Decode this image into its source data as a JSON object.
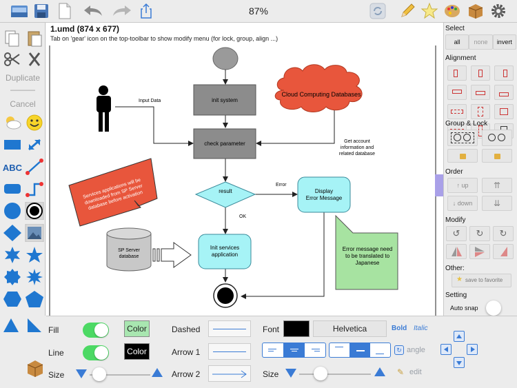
{
  "toolbar": {
    "zoom": "87%",
    "icons": [
      "open-folder-icon",
      "save-icon",
      "new-document-icon",
      "undo-icon",
      "redo-icon",
      "share-icon",
      "sync-icon",
      "pencil-icon",
      "favorite-star-icon",
      "palette-icon",
      "package-icon",
      "gear-icon"
    ]
  },
  "left_toolbar": {
    "duplicate": "Duplicate",
    "divider": "———",
    "cancel": "Cancel",
    "abc": "ABC"
  },
  "document": {
    "title": "1.umd (874 x 677)",
    "hint": "Tab on 'gear' icon on the top-toolbar to show modify menu (for lock, group, align ...)"
  },
  "diagram": {
    "nodes": {
      "init_system": "init system",
      "check_parameter": "check parameter",
      "result": "result",
      "display_error": "Display\nError Message",
      "init_services": "Init services\napplication",
      "cloud": "Cloud Computing Databases",
      "sp_server": "SP Server\ndatabase",
      "services_note": "Services applications will be downloaded from SP Server database before activation",
      "error_note": "Error message need to be translated to Japanese"
    },
    "labels": {
      "input_data": "Input Data",
      "get_account": "Get account\ninformation and\nrelated database",
      "error": "Error",
      "ok": "OK"
    }
  },
  "right_panel": {
    "select_title": "Select",
    "select_buttons": [
      "all",
      "none",
      "invert"
    ],
    "alignment_title": "Alignment",
    "group_lock_title": "Group & Lock",
    "order_title": "Order",
    "order_up": "↑ up",
    "order_down": "↓ down",
    "modify_title": "Modify",
    "other_title": "Other:",
    "save_favorite": "save to favorite",
    "setting_title": "Setting",
    "auto_snap": "Auto snap"
  },
  "bottom_panel": {
    "fill": "Fill",
    "line": "Line",
    "size": "Size",
    "color": "Color",
    "dashed": "Dashed",
    "arrow1": "Arrow 1",
    "arrow2": "Arrow 2",
    "font": "Font",
    "font_name": "Helvetica",
    "bold": "Bold",
    "italic": "Italic",
    "angle": "angle",
    "edit": "edit",
    "fill_on": true,
    "line_on": true,
    "size_value": 0.2,
    "font_size_value": 0.3
  },
  "colors": {
    "fill_color": "#a8e6b0",
    "line_color": "#000000",
    "font_color": "#000000",
    "accent": "#3a7bd5",
    "toggle_on": "#4cd964",
    "cloud": "#e8563c",
    "process": "#8c8c8c",
    "cyan": "#a6f3f6",
    "note_green": "#a7e3a1"
  }
}
